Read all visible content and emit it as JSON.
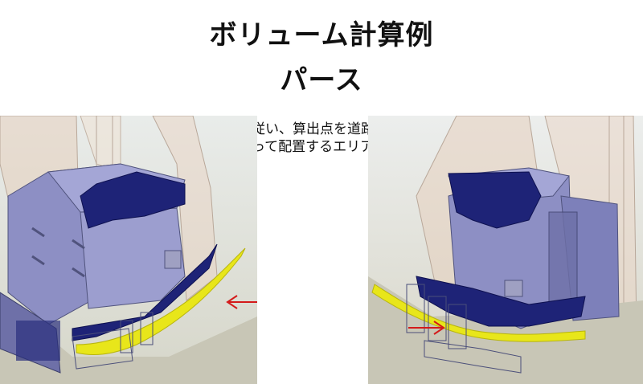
{
  "title_line1": "ボリューム計算例",
  "title_line2": "パース",
  "note_line1": "条例に従い、算出点を道路の高",
  "note_line2": "さに沿って配置するエリアを考慮。",
  "colors": {
    "building_face": "#8d8fc4",
    "building_dark": "#1e2377",
    "envelope": "#e6cfbe",
    "highlight": "#e8e61a",
    "arrow": "#d41a1a"
  },
  "icons": [
    "left-arrow-icon",
    "right-arrow-icon"
  ]
}
